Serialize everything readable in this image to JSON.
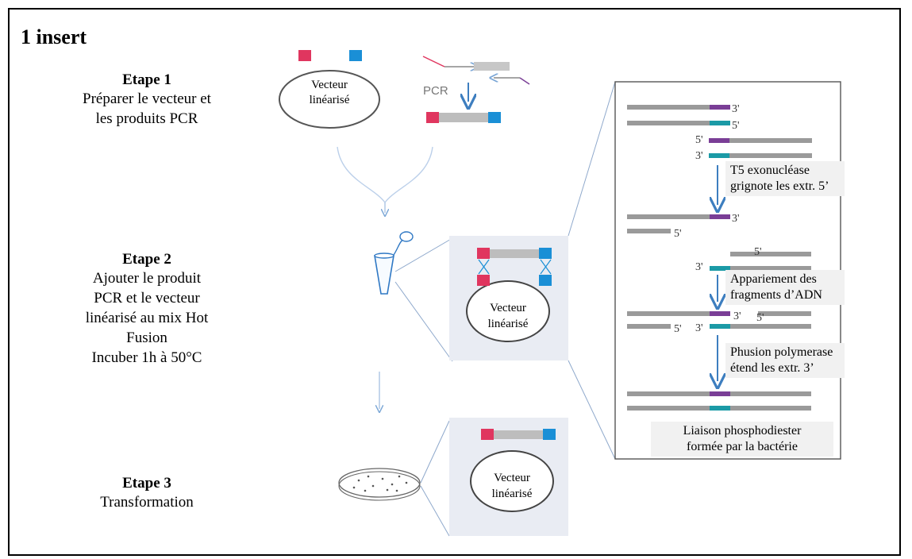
{
  "title": "1 insert",
  "steps": [
    {
      "name": "Etape 1",
      "description_lines": [
        "Préparer le vecteur et",
        "les produits PCR"
      ]
    },
    {
      "name": "Etape 2",
      "description_lines": [
        "Ajouter le produit",
        "PCR et le vecteur",
        "linéarisé au mix Hot",
        "Fusion",
        "Incuber 1h à 50°C"
      ]
    },
    {
      "name": "Etape 3",
      "description_lines": [
        "Transformation"
      ]
    }
  ],
  "vector_label_lines": [
    "Vecteur",
    "linéarisé"
  ],
  "pcr_label": "PCR",
  "mechanism": [
    {
      "text_lines": [
        "T5 exonucléase",
        "grignote  les extr. 5’"
      ]
    },
    {
      "text_lines": [
        "Appariement des",
        "fragments d’ADN"
      ]
    },
    {
      "text_lines": [
        "Phusion polymerase",
        "étend les extr. 3’"
      ]
    },
    {
      "text_lines": [
        "Liaison phosphodiester",
        "formée par la bactérie"
      ]
    }
  ],
  "end_labels": {
    "three_prime": "3'",
    "five_prime": "5'",
    "five_prime_curly": "5’"
  },
  "colors": {
    "insert_end_red": "#e0365f",
    "insert_end_blue": "#1a8fd6",
    "overlap_purple": "#7a3e96",
    "overlap_teal": "#1b9aa6",
    "strand_gray": "#9a9a9a",
    "arrow_blue": "#3d7ebf",
    "panel_fill": "#e9ecf3"
  }
}
